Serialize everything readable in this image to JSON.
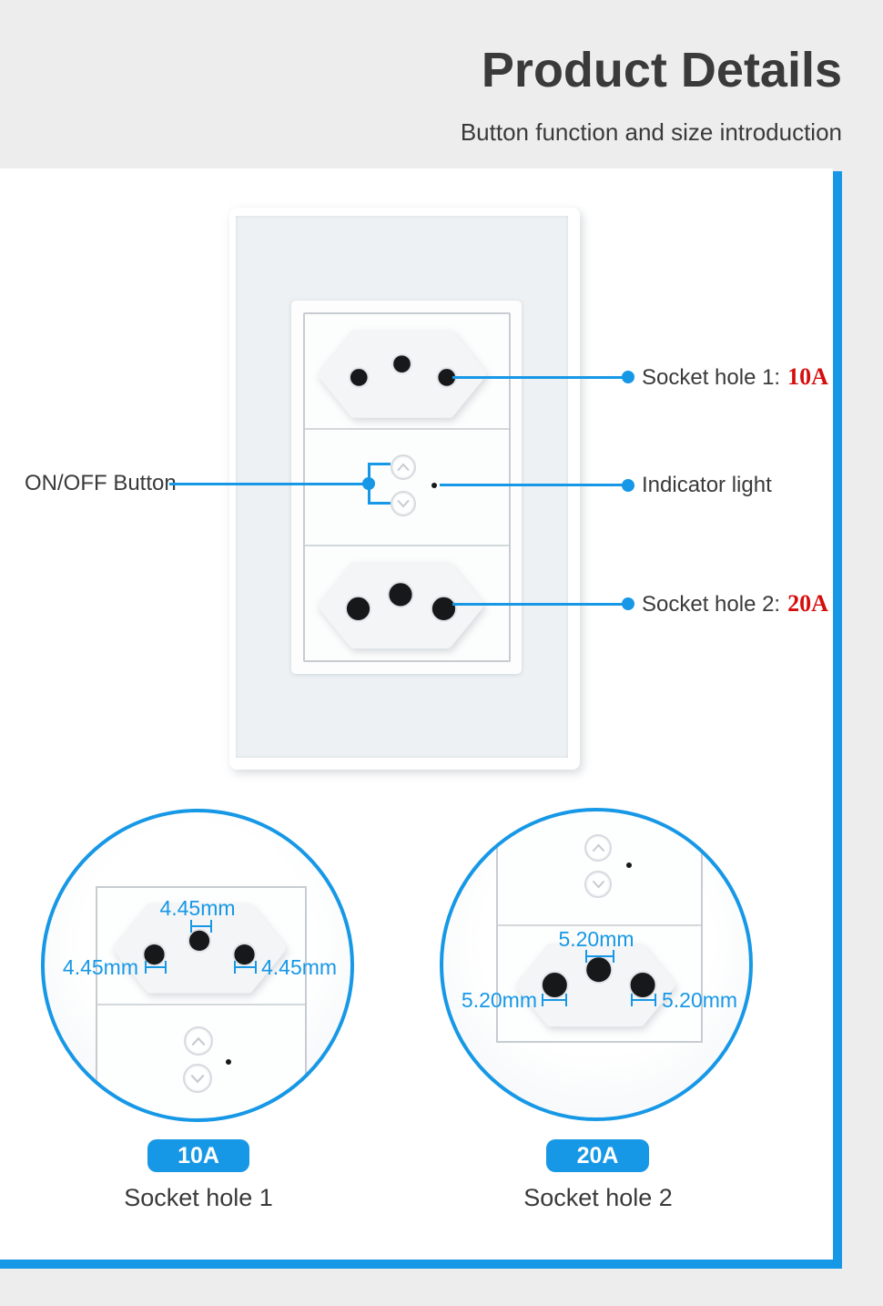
{
  "header": {
    "title": "Product Details",
    "subtitle": "Button function and size introduction"
  },
  "diagram": {
    "callout_socket1_label": "Socket hole 1:",
    "callout_socket1_value": "10A",
    "callout_onoff": "ON/OFF Button",
    "callout_indicator": "Indicator light",
    "callout_socket2_label": "Socket hole 2:",
    "callout_socket2_value": "20A"
  },
  "detail_left": {
    "dim_top": "4.45mm",
    "dim_left": "4.45mm",
    "dim_right": "4.45mm",
    "badge": "10A",
    "caption": "Socket hole 1"
  },
  "detail_right": {
    "dim_top": "5.20mm",
    "dim_left": "5.20mm",
    "dim_right": "5.20mm",
    "badge": "20A",
    "caption": "Socket hole 2"
  },
  "colors": {
    "accent": "#1798e6",
    "amp_red": "#d60d0d",
    "text_dark": "#3a3a3a",
    "page_bg": "#ededed"
  }
}
